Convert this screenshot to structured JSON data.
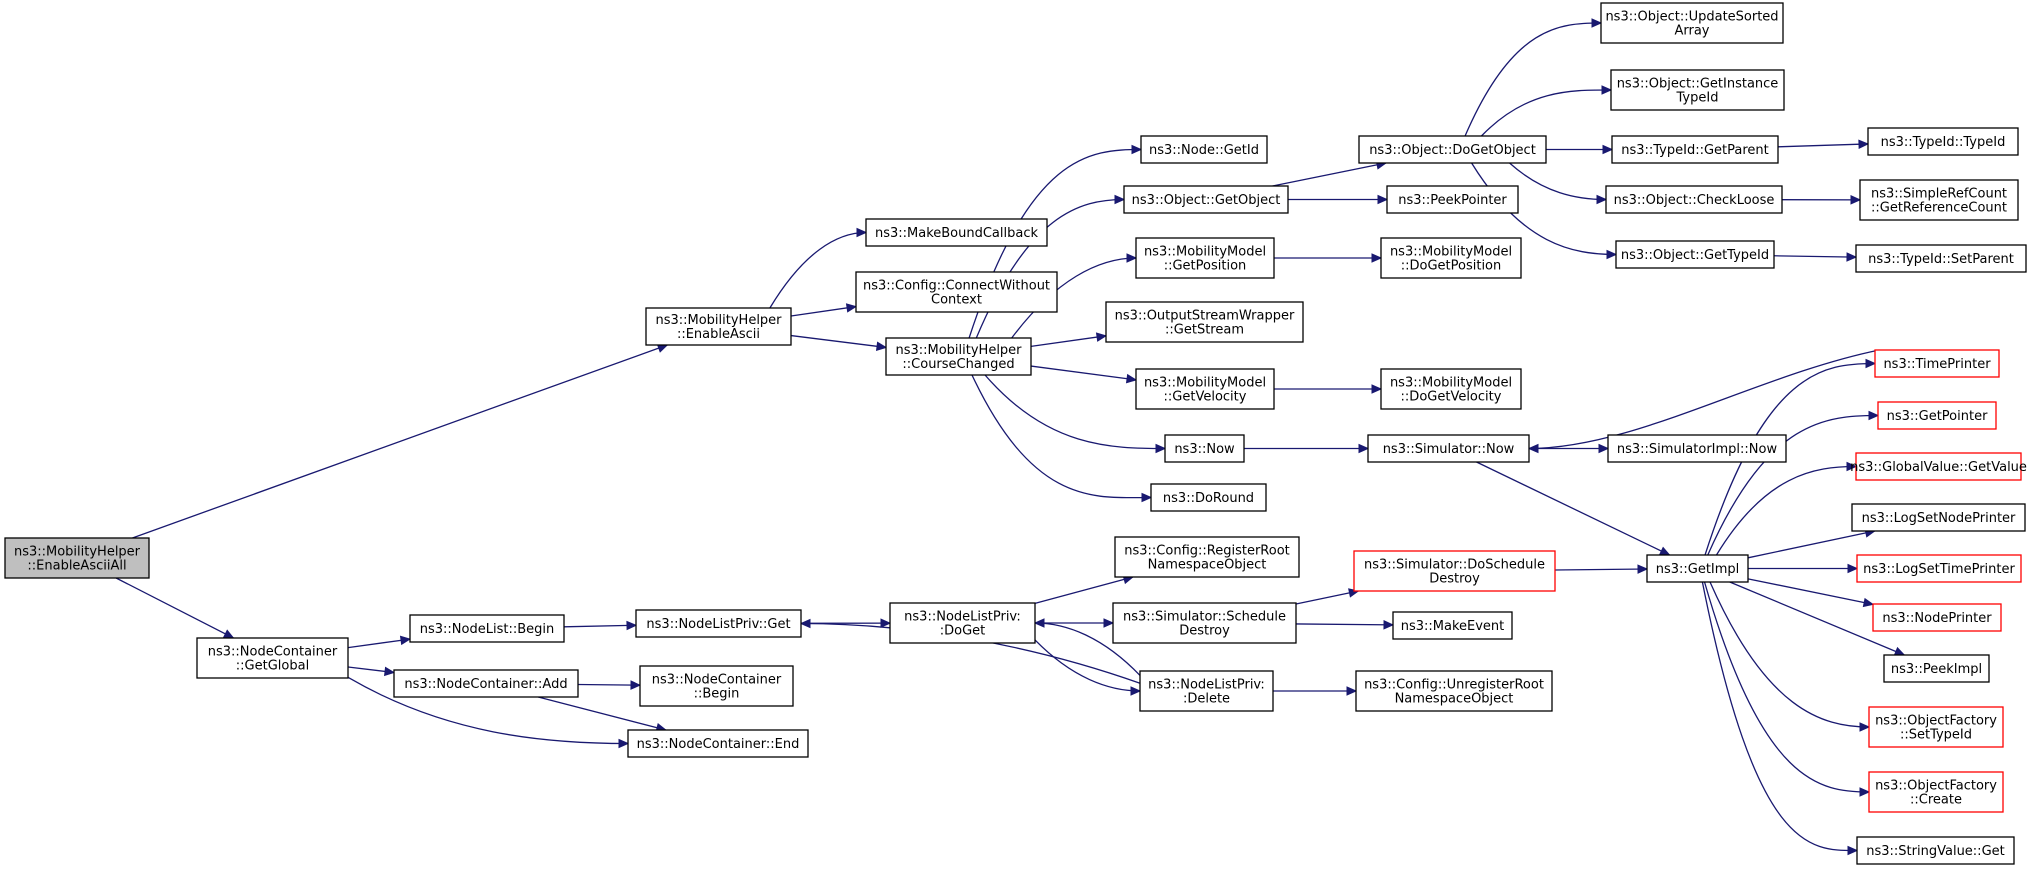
{
  "colors": {
    "edge": "#191970",
    "root_fill": "#bfbfbf",
    "incomplete_border": "#ff0000",
    "border": "#000000"
  },
  "nodes": [
    {
      "id": "n0",
      "lines": [
        "ns3::MobilityHelper",
        "::EnableAsciiAll"
      ],
      "style": "root"
    },
    {
      "id": "n1",
      "lines": [
        "ns3::MobilityHelper",
        "::EnableAscii"
      ]
    },
    {
      "id": "n2",
      "lines": [
        "ns3::MakeBoundCallback"
      ]
    },
    {
      "id": "n3",
      "lines": [
        "ns3::Config::ConnectWithout",
        "Context"
      ]
    },
    {
      "id": "n4",
      "lines": [
        "ns3::MobilityHelper",
        "::CourseChanged"
      ]
    },
    {
      "id": "n5",
      "lines": [
        "ns3::Node::GetId"
      ]
    },
    {
      "id": "n6",
      "lines": [
        "ns3::Object::GetObject"
      ]
    },
    {
      "id": "n7",
      "lines": [
        "ns3::MobilityModel",
        "::GetPosition"
      ]
    },
    {
      "id": "n8",
      "lines": [
        "ns3::OutputStreamWrapper",
        "::GetStream"
      ]
    },
    {
      "id": "n9",
      "lines": [
        "ns3::MobilityModel",
        "::GetVelocity"
      ]
    },
    {
      "id": "n10",
      "lines": [
        "ns3::Now"
      ]
    },
    {
      "id": "n11",
      "lines": [
        "ns3::DoRound"
      ]
    },
    {
      "id": "n12",
      "lines": [
        "ns3::Object::DoGetObject"
      ]
    },
    {
      "id": "n13",
      "lines": [
        "ns3::PeekPointer"
      ]
    },
    {
      "id": "n14",
      "lines": [
        "ns3::MobilityModel",
        "::DoGetPosition"
      ]
    },
    {
      "id": "n15",
      "lines": [
        "ns3::MobilityModel",
        "::DoGetVelocity"
      ]
    },
    {
      "id": "n16",
      "lines": [
        "ns3::Simulator::Now"
      ]
    },
    {
      "id": "n17",
      "lines": [
        "ns3::Object::UpdateSorted",
        "Array"
      ]
    },
    {
      "id": "n18",
      "lines": [
        "ns3::Object::GetInstance",
        "TypeId"
      ]
    },
    {
      "id": "n19",
      "lines": [
        "ns3::TypeId::GetParent"
      ]
    },
    {
      "id": "n20",
      "lines": [
        "ns3::Object::CheckLoose"
      ]
    },
    {
      "id": "n21",
      "lines": [
        "ns3::Object::GetTypeId"
      ]
    },
    {
      "id": "n22",
      "lines": [
        "ns3::TypeId::TypeId"
      ]
    },
    {
      "id": "n23",
      "lines": [
        "ns3::SimpleRefCount",
        "::GetReferenceCount"
      ]
    },
    {
      "id": "n24",
      "lines": [
        "ns3::TypeId::SetParent"
      ]
    },
    {
      "id": "n25",
      "lines": [
        "ns3::SimulatorImpl::Now"
      ]
    },
    {
      "id": "n26",
      "lines": [
        "ns3::GetImpl"
      ]
    },
    {
      "id": "n27",
      "lines": [
        "ns3::TimePrinter"
      ],
      "style": "red"
    },
    {
      "id": "n28",
      "lines": [
        "ns3::GetPointer"
      ],
      "style": "red"
    },
    {
      "id": "n29",
      "lines": [
        "ns3::GlobalValue::GetValue"
      ],
      "style": "red"
    },
    {
      "id": "n30",
      "lines": [
        "ns3::LogSetNodePrinter"
      ]
    },
    {
      "id": "n31",
      "lines": [
        "ns3::LogSetTimePrinter"
      ],
      "style": "red"
    },
    {
      "id": "n32",
      "lines": [
        "ns3::NodePrinter"
      ],
      "style": "red"
    },
    {
      "id": "n33",
      "lines": [
        "ns3::PeekImpl"
      ]
    },
    {
      "id": "n34",
      "lines": [
        "ns3::ObjectFactory",
        "::SetTypeId"
      ],
      "style": "red"
    },
    {
      "id": "n35",
      "lines": [
        "ns3::ObjectFactory",
        "::Create"
      ],
      "style": "red"
    },
    {
      "id": "n36",
      "lines": [
        "ns3::StringValue::Get"
      ]
    },
    {
      "id": "n37",
      "lines": [
        "ns3::NodeContainer",
        "::GetGlobal"
      ]
    },
    {
      "id": "n38",
      "lines": [
        "ns3::NodeList::Begin"
      ]
    },
    {
      "id": "n39",
      "lines": [
        "ns3::NodeContainer::Add"
      ]
    },
    {
      "id": "n40",
      "lines": [
        "ns3::NodeContainer::End"
      ]
    },
    {
      "id": "n41",
      "lines": [
        "ns3::NodeListPriv::Get"
      ]
    },
    {
      "id": "n42",
      "lines": [
        "ns3::NodeContainer",
        "::Begin"
      ]
    },
    {
      "id": "n43",
      "lines": [
        "ns3::NodeListPriv:",
        ":DoGet"
      ]
    },
    {
      "id": "n44",
      "lines": [
        "ns3::Config::RegisterRoot",
        "NamespaceObject"
      ]
    },
    {
      "id": "n45",
      "lines": [
        "ns3::Simulator::Schedule",
        "Destroy"
      ]
    },
    {
      "id": "n46",
      "lines": [
        "ns3::NodeListPriv:",
        ":Delete"
      ]
    },
    {
      "id": "n47",
      "lines": [
        "ns3::Simulator::DoSchedule",
        "Destroy"
      ],
      "style": "red"
    },
    {
      "id": "n48",
      "lines": [
        "ns3::MakeEvent"
      ]
    },
    {
      "id": "n49",
      "lines": [
        "ns3::Config::UnregisterRoot",
        "NamespaceObject"
      ]
    }
  ],
  "edges": [
    [
      "n0",
      "n1"
    ],
    [
      "n0",
      "n37"
    ],
    [
      "n1",
      "n2"
    ],
    [
      "n1",
      "n3"
    ],
    [
      "n1",
      "n4"
    ],
    [
      "n4",
      "n5"
    ],
    [
      "n4",
      "n6"
    ],
    [
      "n4",
      "n7"
    ],
    [
      "n4",
      "n8"
    ],
    [
      "n4",
      "n9"
    ],
    [
      "n4",
      "n10"
    ],
    [
      "n4",
      "n11"
    ],
    [
      "n6",
      "n12"
    ],
    [
      "n6",
      "n13"
    ],
    [
      "n7",
      "n14"
    ],
    [
      "n9",
      "n15"
    ],
    [
      "n10",
      "n16"
    ],
    [
      "n12",
      "n17"
    ],
    [
      "n12",
      "n18"
    ],
    [
      "n12",
      "n19"
    ],
    [
      "n12",
      "n20"
    ],
    [
      "n12",
      "n21"
    ],
    [
      "n19",
      "n22"
    ],
    [
      "n20",
      "n23"
    ],
    [
      "n21",
      "n24"
    ],
    [
      "n16",
      "n25"
    ],
    [
      "n16",
      "n26"
    ],
    [
      "n26",
      "n27"
    ],
    [
      "n27",
      "n16"
    ],
    [
      "n26",
      "n28"
    ],
    [
      "n26",
      "n29"
    ],
    [
      "n26",
      "n30"
    ],
    [
      "n26",
      "n31"
    ],
    [
      "n26",
      "n32"
    ],
    [
      "n26",
      "n33"
    ],
    [
      "n26",
      "n34"
    ],
    [
      "n26",
      "n35"
    ],
    [
      "n26",
      "n36"
    ],
    [
      "n37",
      "n38"
    ],
    [
      "n37",
      "n39"
    ],
    [
      "n37",
      "n40"
    ],
    [
      "n38",
      "n41"
    ],
    [
      "n39",
      "n42"
    ],
    [
      "n39",
      "n40"
    ],
    [
      "n41",
      "n43"
    ],
    [
      "n43",
      "n44"
    ],
    [
      "n43",
      "n45"
    ],
    [
      "n43",
      "n46"
    ],
    [
      "n46",
      "n43"
    ],
    [
      "n46",
      "n41"
    ],
    [
      "n46",
      "n49"
    ],
    [
      "n45",
      "n47"
    ],
    [
      "n45",
      "n48"
    ],
    [
      "n47",
      "n26"
    ]
  ]
}
